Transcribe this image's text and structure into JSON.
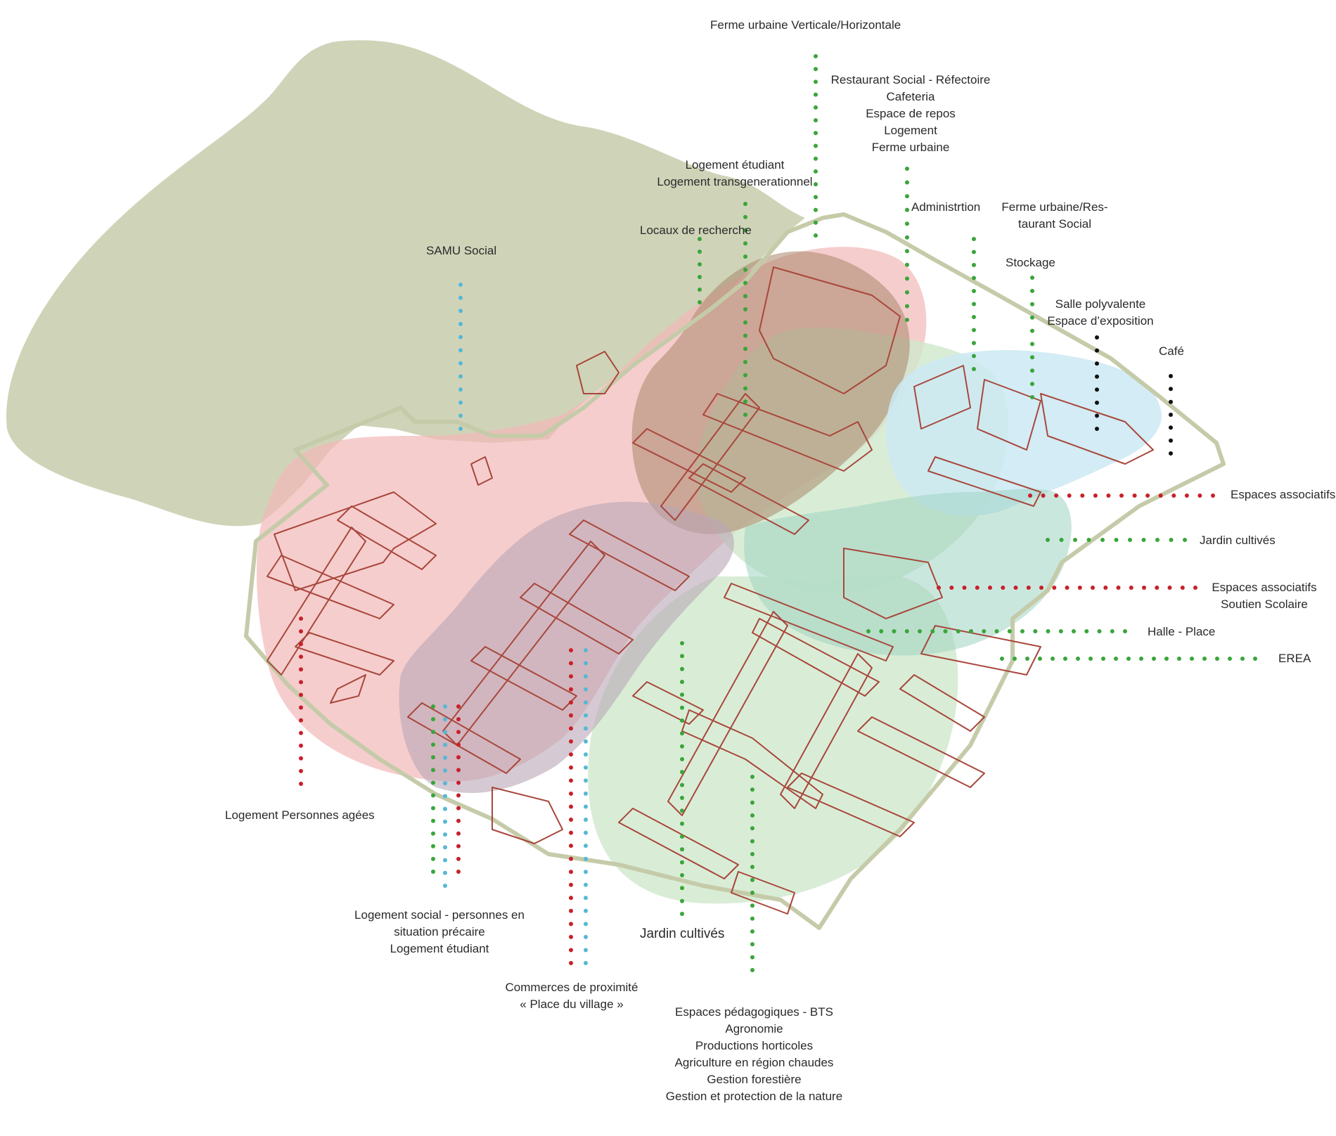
{
  "colors": {
    "park": "#cfd4b8",
    "zone_red": "#f2b8b8",
    "zone_brown": "#a9876a",
    "zone_mauve": "#b9a6b5",
    "zone_green": "#cfe9cc",
    "zone_blue": "#cbe9f3",
    "zone_teal": "#9fd4c3",
    "building": "#a8473c",
    "boundary": "#c5cba9",
    "dot_green": "#3aa53a",
    "dot_red": "#c8202a",
    "dot_blue": "#56b8d6",
    "dot_black": "#111111"
  },
  "labels": {
    "ferme_vh": "Ferme urbaine Verticale/Horizontale",
    "restaurant": [
      "Restaurant Social - Réfectoire",
      "Cafeteria",
      "Espace de repos",
      "Logement",
      "Ferme urbaine"
    ],
    "logement_etudiant_top": [
      "Logement étudiant",
      "Logement transgenerationnel"
    ],
    "locaux": "Locaux de recherche",
    "samu": "SAMU Social",
    "administration": "Administrtion",
    "ferme_resto": [
      "Ferme   urbaine/Res-",
      "taurant Social"
    ],
    "stockage": "Stockage",
    "salle": [
      "Salle polyvalente",
      "Espace d’exposition"
    ],
    "cafe": "Café",
    "espaces_assoc_1": "Espaces associatifs",
    "jardin_right": "Jardin cultivés",
    "espaces_assoc_2": [
      "Espaces associatifs",
      "Soutien Scolaire"
    ],
    "halle": "Halle - Place",
    "erea": "EREA",
    "personnes_agees": "Logement Personnes agées",
    "logement_social": [
      "Logement social - personnes en",
      "situation précaire",
      "Logement étudiant"
    ],
    "commerces": [
      "Commerces de proximité",
      "« Place du village »"
    ],
    "jardin_bottom": "Jardin cultivés",
    "pedagogiques": [
      "Espaces pédagogiques - BTS",
      "Agronomie",
      "Productions horticoles",
      "Agriculture en région chaudes",
      "Gestion forestière",
      "Gestion et protection de la nature"
    ]
  }
}
